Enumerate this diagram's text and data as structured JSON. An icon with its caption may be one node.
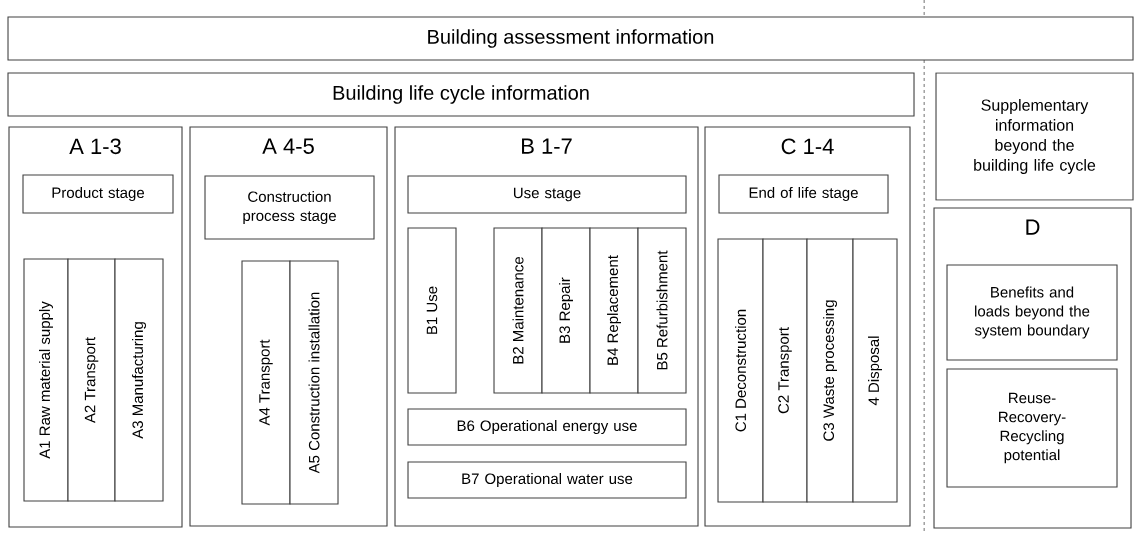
{
  "diagram": {
    "nodes": [
      {
        "text": [
          "Building assessment information"
        ]
      },
      {
        "text": [
          "Building life cycle information"
        ]
      },
      {
        "text": [
          "A 1-3"
        ]
      },
      {
        "text": [
          "Product stage"
        ],
        "in": 2
      },
      {
        "text": [
          "A1 Raw material supply"
        ],
        "in": 2
      },
      {
        "text": [
          "A2 Transport"
        ],
        "in": 2
      },
      {
        "text": [
          "A3 Manufacturing"
        ],
        "in": 2
      },
      {
        "text": [
          "A 4-5"
        ]
      },
      {
        "text": [
          "Construction process stage"
        ],
        "in": 7
      },
      {
        "text": [
          "A4 Transport"
        ],
        "in": 7
      },
      {
        "text": [
          "A5 Construction installation"
        ],
        "in": 7
      },
      {
        "text": [
          "B 1-7"
        ]
      },
      {
        "text": [
          "Use stage"
        ],
        "in": 11
      },
      {
        "text": [
          "B1 Use"
        ],
        "in": 11
      },
      {
        "text": [
          "B2 Maintenance"
        ],
        "in": 11
      },
      {
        "text": [
          "B3 Repair"
        ],
        "in": 11
      },
      {
        "text": [
          "B4 Replacement"
        ],
        "in": 11
      },
      {
        "text": [
          "B5 Refurbishment"
        ],
        "in": 11
      },
      {
        "text": [
          "B6 Operational energy use"
        ],
        "in": 11
      },
      {
        "text": [
          "B7 Operational water use"
        ],
        "in": 11
      },
      {
        "text": [
          "C 1-4"
        ]
      },
      {
        "text": [
          "End of life stage"
        ],
        "in": 20
      },
      {
        "text": [
          "C1 Deconstruction"
        ],
        "in": 20
      },
      {
        "text": [
          "C2 Transport"
        ],
        "in": 20
      },
      {
        "text": [
          "C3 Waste processing"
        ],
        "in": 20
      },
      {
        "text": [
          "4 Disposal"
        ],
        "in": 20
      },
      {
        "text": [
          "Supplementary information beyond the building life cycle"
        ]
      },
      {
        "text": [
          "D"
        ]
      },
      {
        "text": [
          "Benefits and loads beyond the system boundary"
        ],
        "in": 27
      },
      {
        "text": [
          "Reuse- Recovery- Recycling potential"
        ],
        "in": 27
      }
    ]
  }
}
